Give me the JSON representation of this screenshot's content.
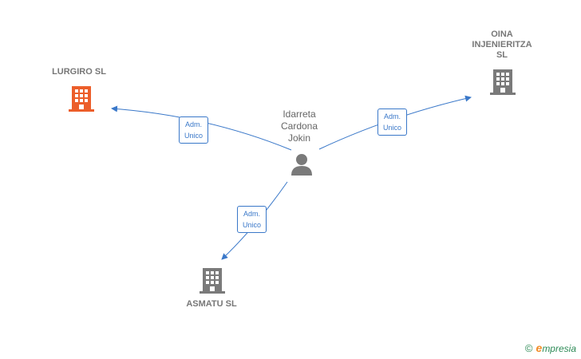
{
  "colors": {
    "edge": "#3a78c9",
    "company_highlight": "#ec5e2a",
    "company_default": "#7a7a7a",
    "person": "#7a7a7a"
  },
  "person": {
    "name_line1": "Idarreta",
    "name_line2": "Cardona",
    "name_line3": "Jokin",
    "icon": "person-icon"
  },
  "companies": {
    "lurgiro": {
      "label": "LURGIRO  SL",
      "icon": "building-icon"
    },
    "oina": {
      "label_line1": "OINA",
      "label_line2": "INJENIERITZA",
      "label_line3": "SL",
      "icon": "building-icon"
    },
    "asmatu": {
      "label": "ASMATU  SL",
      "icon": "building-icon"
    }
  },
  "edges": {
    "lurgiro": {
      "line1": "Adm.",
      "line2": "Unico"
    },
    "oina": {
      "line1": "Adm.",
      "line2": "Unico"
    },
    "asmatu": {
      "line1": "Adm.",
      "line2": "Unico"
    }
  },
  "brand": {
    "copyright": "©",
    "initial": "e",
    "name": "mpresia"
  }
}
